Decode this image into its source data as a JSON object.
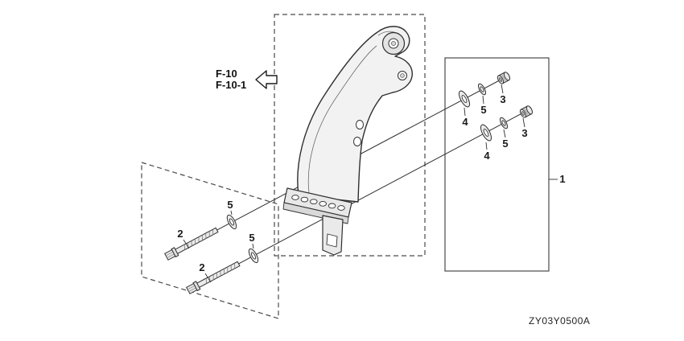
{
  "reference_arrow": {
    "line1": "F-10",
    "line2": "F-10-1"
  },
  "diagram_code": "ZY03Y0500A",
  "callouts": {
    "assembly": "1",
    "bolt_upper": "2",
    "bolt_lower": "2",
    "nut_upper": "3",
    "nut_lower": "3",
    "washer_upper": "4",
    "washer_lower": "4",
    "bolt_washer_upper": "5",
    "bolt_washer_lower": "5",
    "nut_washer_upper": "5",
    "nut_washer_lower": "5"
  },
  "colors": {
    "line": "#2f2f2f",
    "box_outline": "#4a4a4a",
    "metal_fill": "#ececec",
    "background": "#ffffff"
  }
}
